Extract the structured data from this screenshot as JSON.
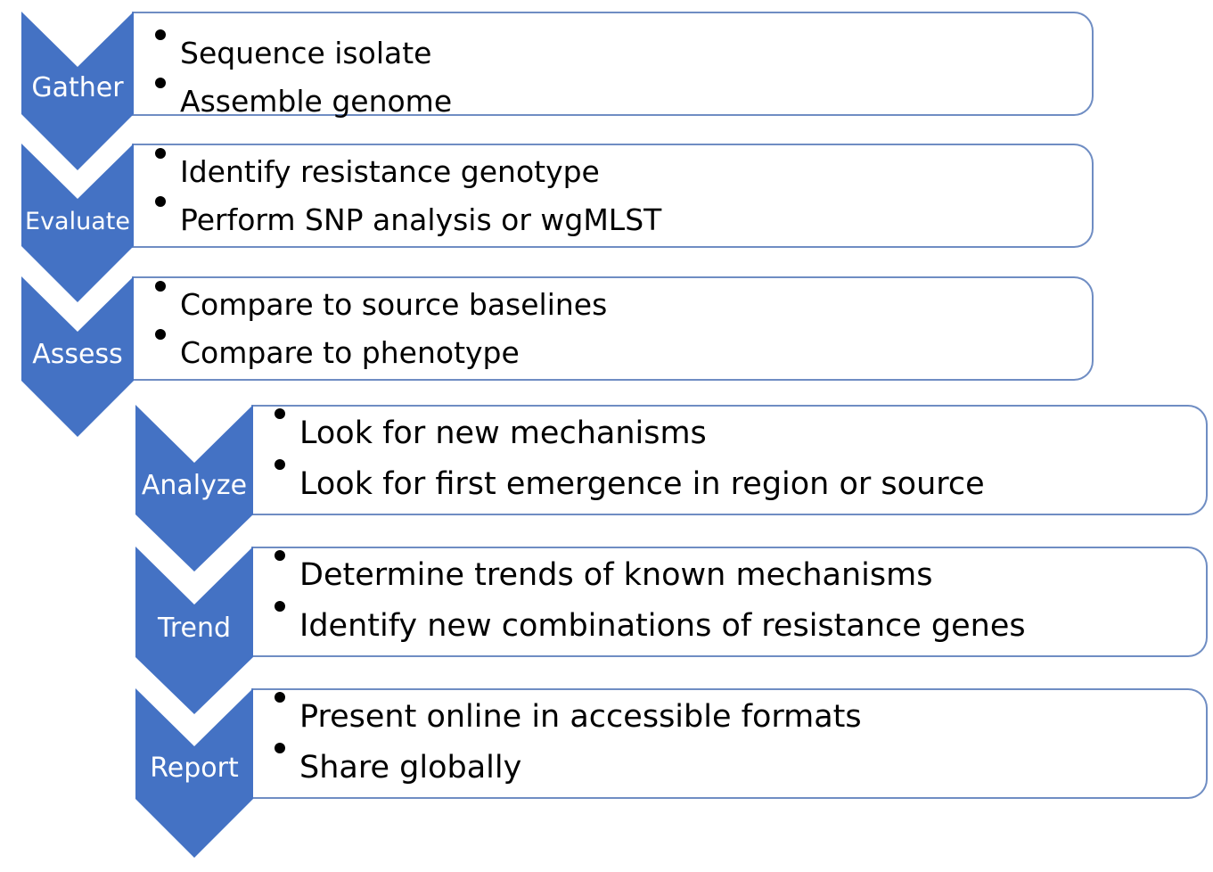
{
  "diagram": {
    "colors": {
      "chevron_fill": "#4472c4",
      "box_border": "#6f8dc3",
      "text": "#000000",
      "label_text": "#ffffff"
    },
    "steps": [
      {
        "label": "Gather",
        "bullets": [
          "Sequence  isolate",
          "Assemble genome"
        ]
      },
      {
        "label": "Evaluate",
        "bullets": [
          "Identify resistance genotype",
          "Perform SNP analysis or wgMLST"
        ]
      },
      {
        "label": "Assess",
        "bullets": [
          "Compare to source baselines",
          "Compare to phenotype"
        ]
      },
      {
        "label": "Analyze",
        "bullets": [
          "Look for new mechanisms",
          "Look for first emergence in region or source"
        ]
      },
      {
        "label": "Trend",
        "bullets": [
          "Determine trends of known mechanisms",
          "Identify new combinations of resistance genes"
        ]
      },
      {
        "label": "Report",
        "bullets": [
          "Present online in accessible formats",
          "Share globally"
        ]
      }
    ]
  }
}
